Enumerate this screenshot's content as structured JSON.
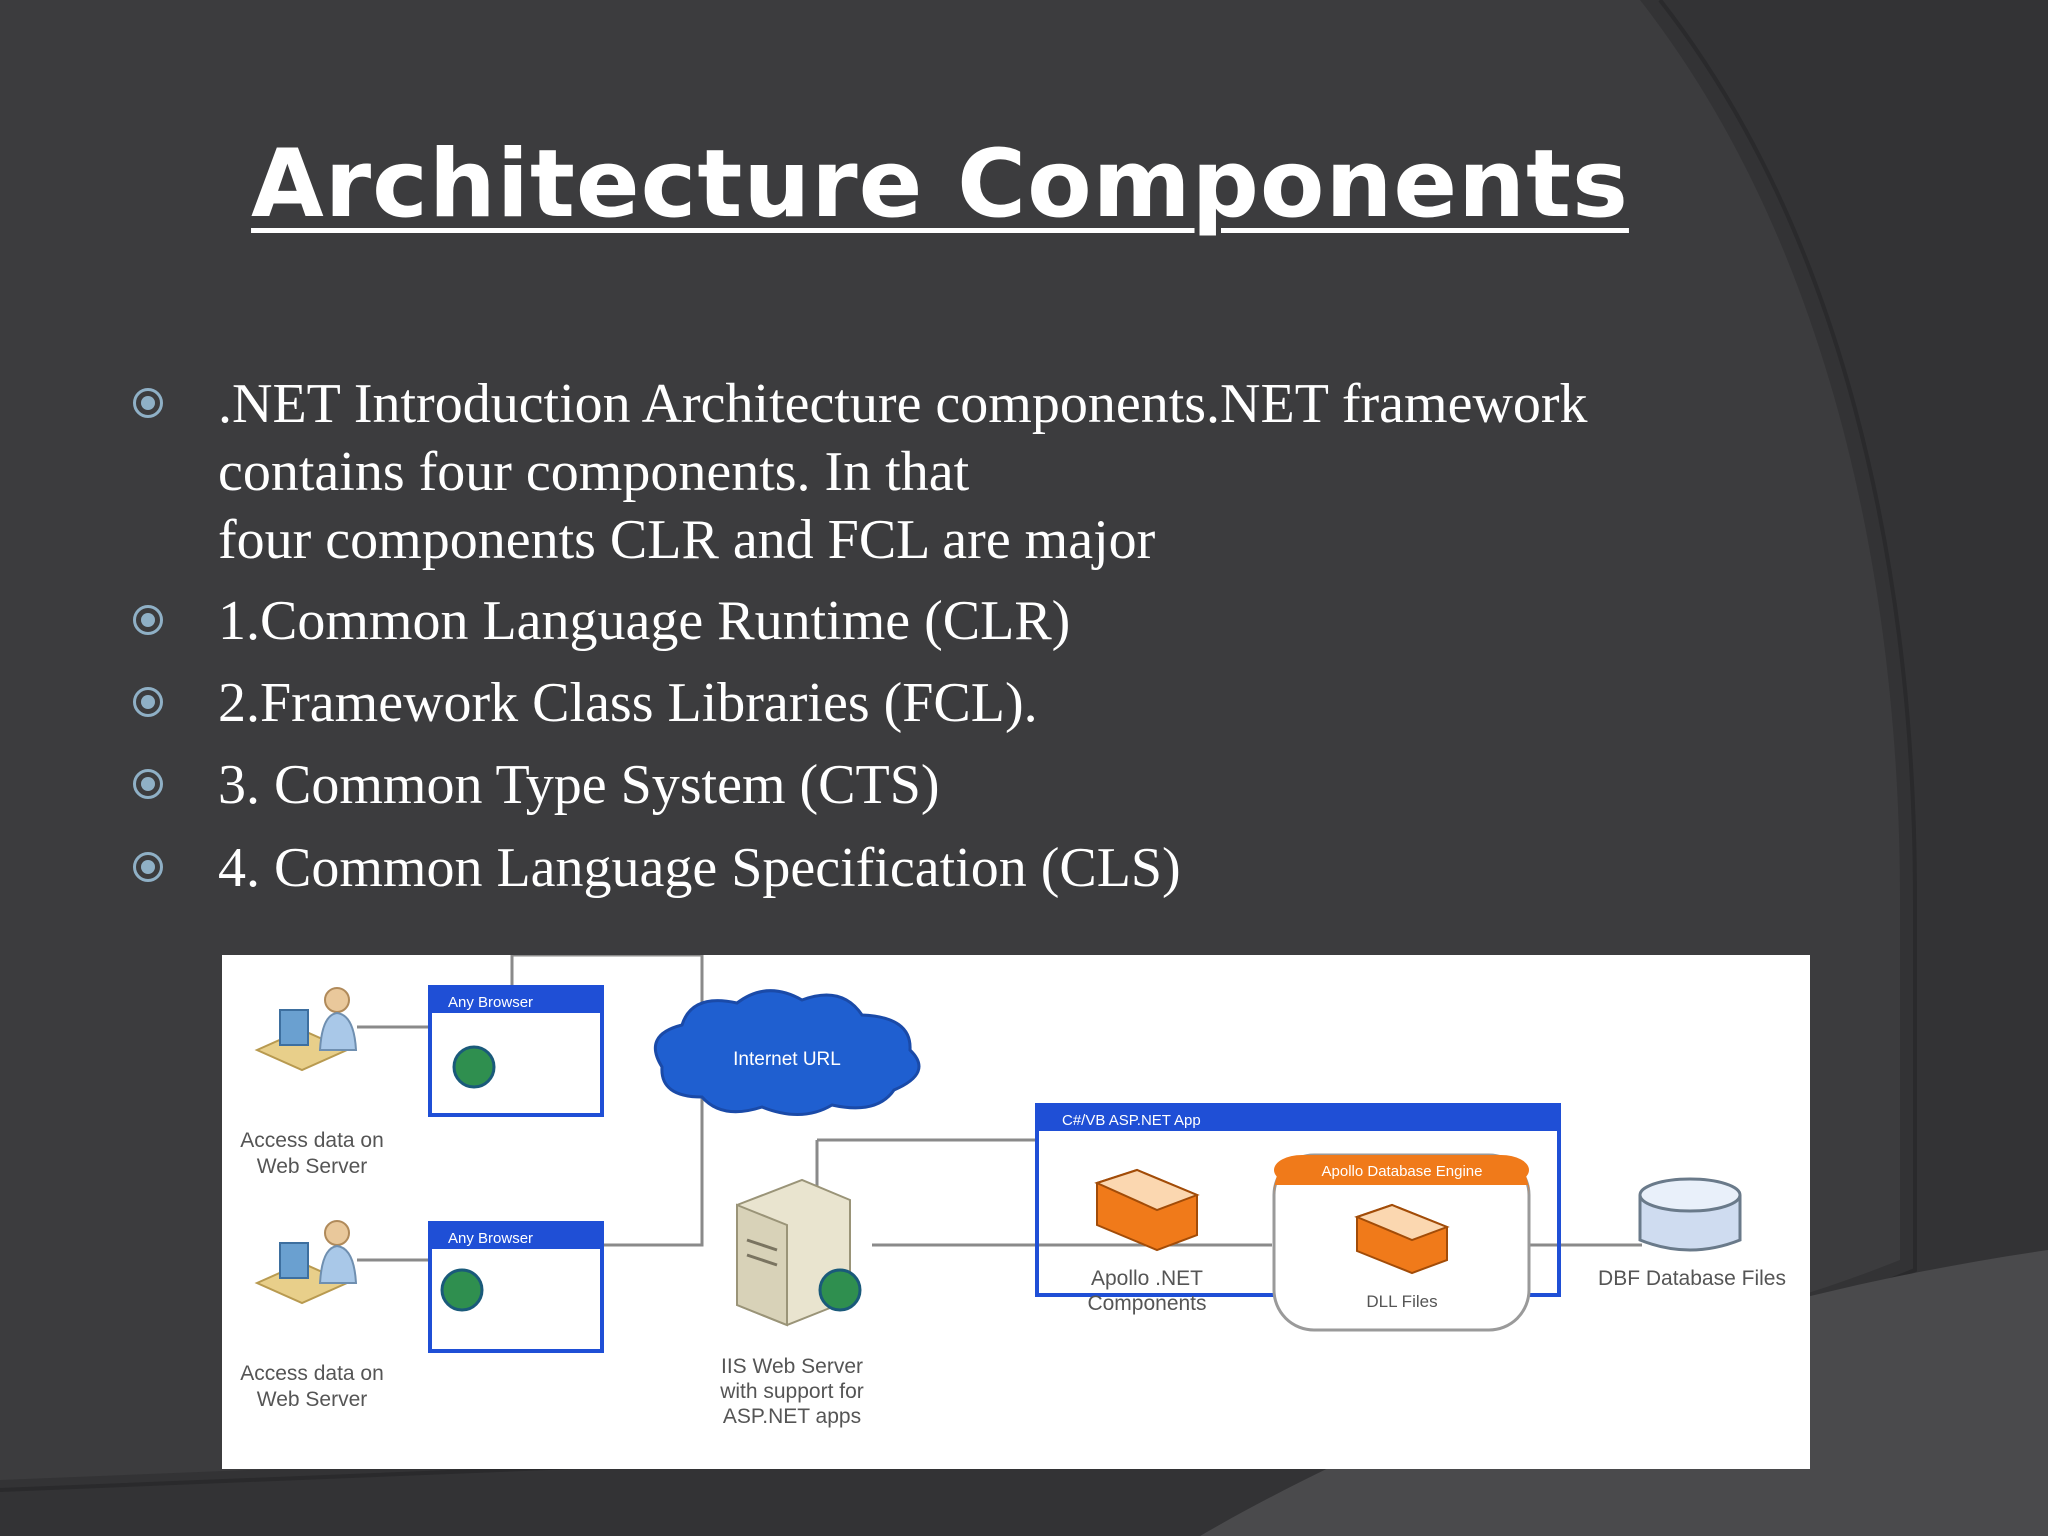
{
  "slide": {
    "title": "Architecture Components",
    "bullets": [
      {
        "lines": [
          ".NET Introduction Architecture components.NET framework",
          "contains four components. In that",
          "four components CLR and FCL are major"
        ]
      },
      {
        "lines": [
          "1.Common Language Runtime (CLR)"
        ]
      },
      {
        "lines": [
          "2.Framework Class Libraries (FCL)."
        ]
      },
      {
        "lines": [
          "3. Common Type System (CTS)"
        ]
      },
      {
        "lines": [
          "4. Common Language Specification (CLS)"
        ]
      }
    ]
  },
  "diagram": {
    "browser_top": "Any Browser",
    "browser_bottom": "Any Browser",
    "cloud": "Internet URL",
    "user_top_line1": "Access data on",
    "user_top_line2": "Web Server",
    "user_bottom_line1": "Access data on",
    "user_bottom_line2": "Web Server",
    "server_line1": "IIS Web Server",
    "server_line2": "with support for",
    "server_line3": "ASP.NET apps",
    "app_header": "C#/VB ASP.NET App",
    "engine_header": "Apollo Database Engine",
    "apollo_line1": "Apollo .NET",
    "apollo_line2": "Components",
    "dll": "DLL Files",
    "dbf": "DBF Database Files"
  },
  "colors": {
    "background": "#3c3c3e",
    "bullet_marker": "#8fb0c6",
    "diagram_blue": "#1f4fd6",
    "diagram_orange": "#f07a1a"
  }
}
